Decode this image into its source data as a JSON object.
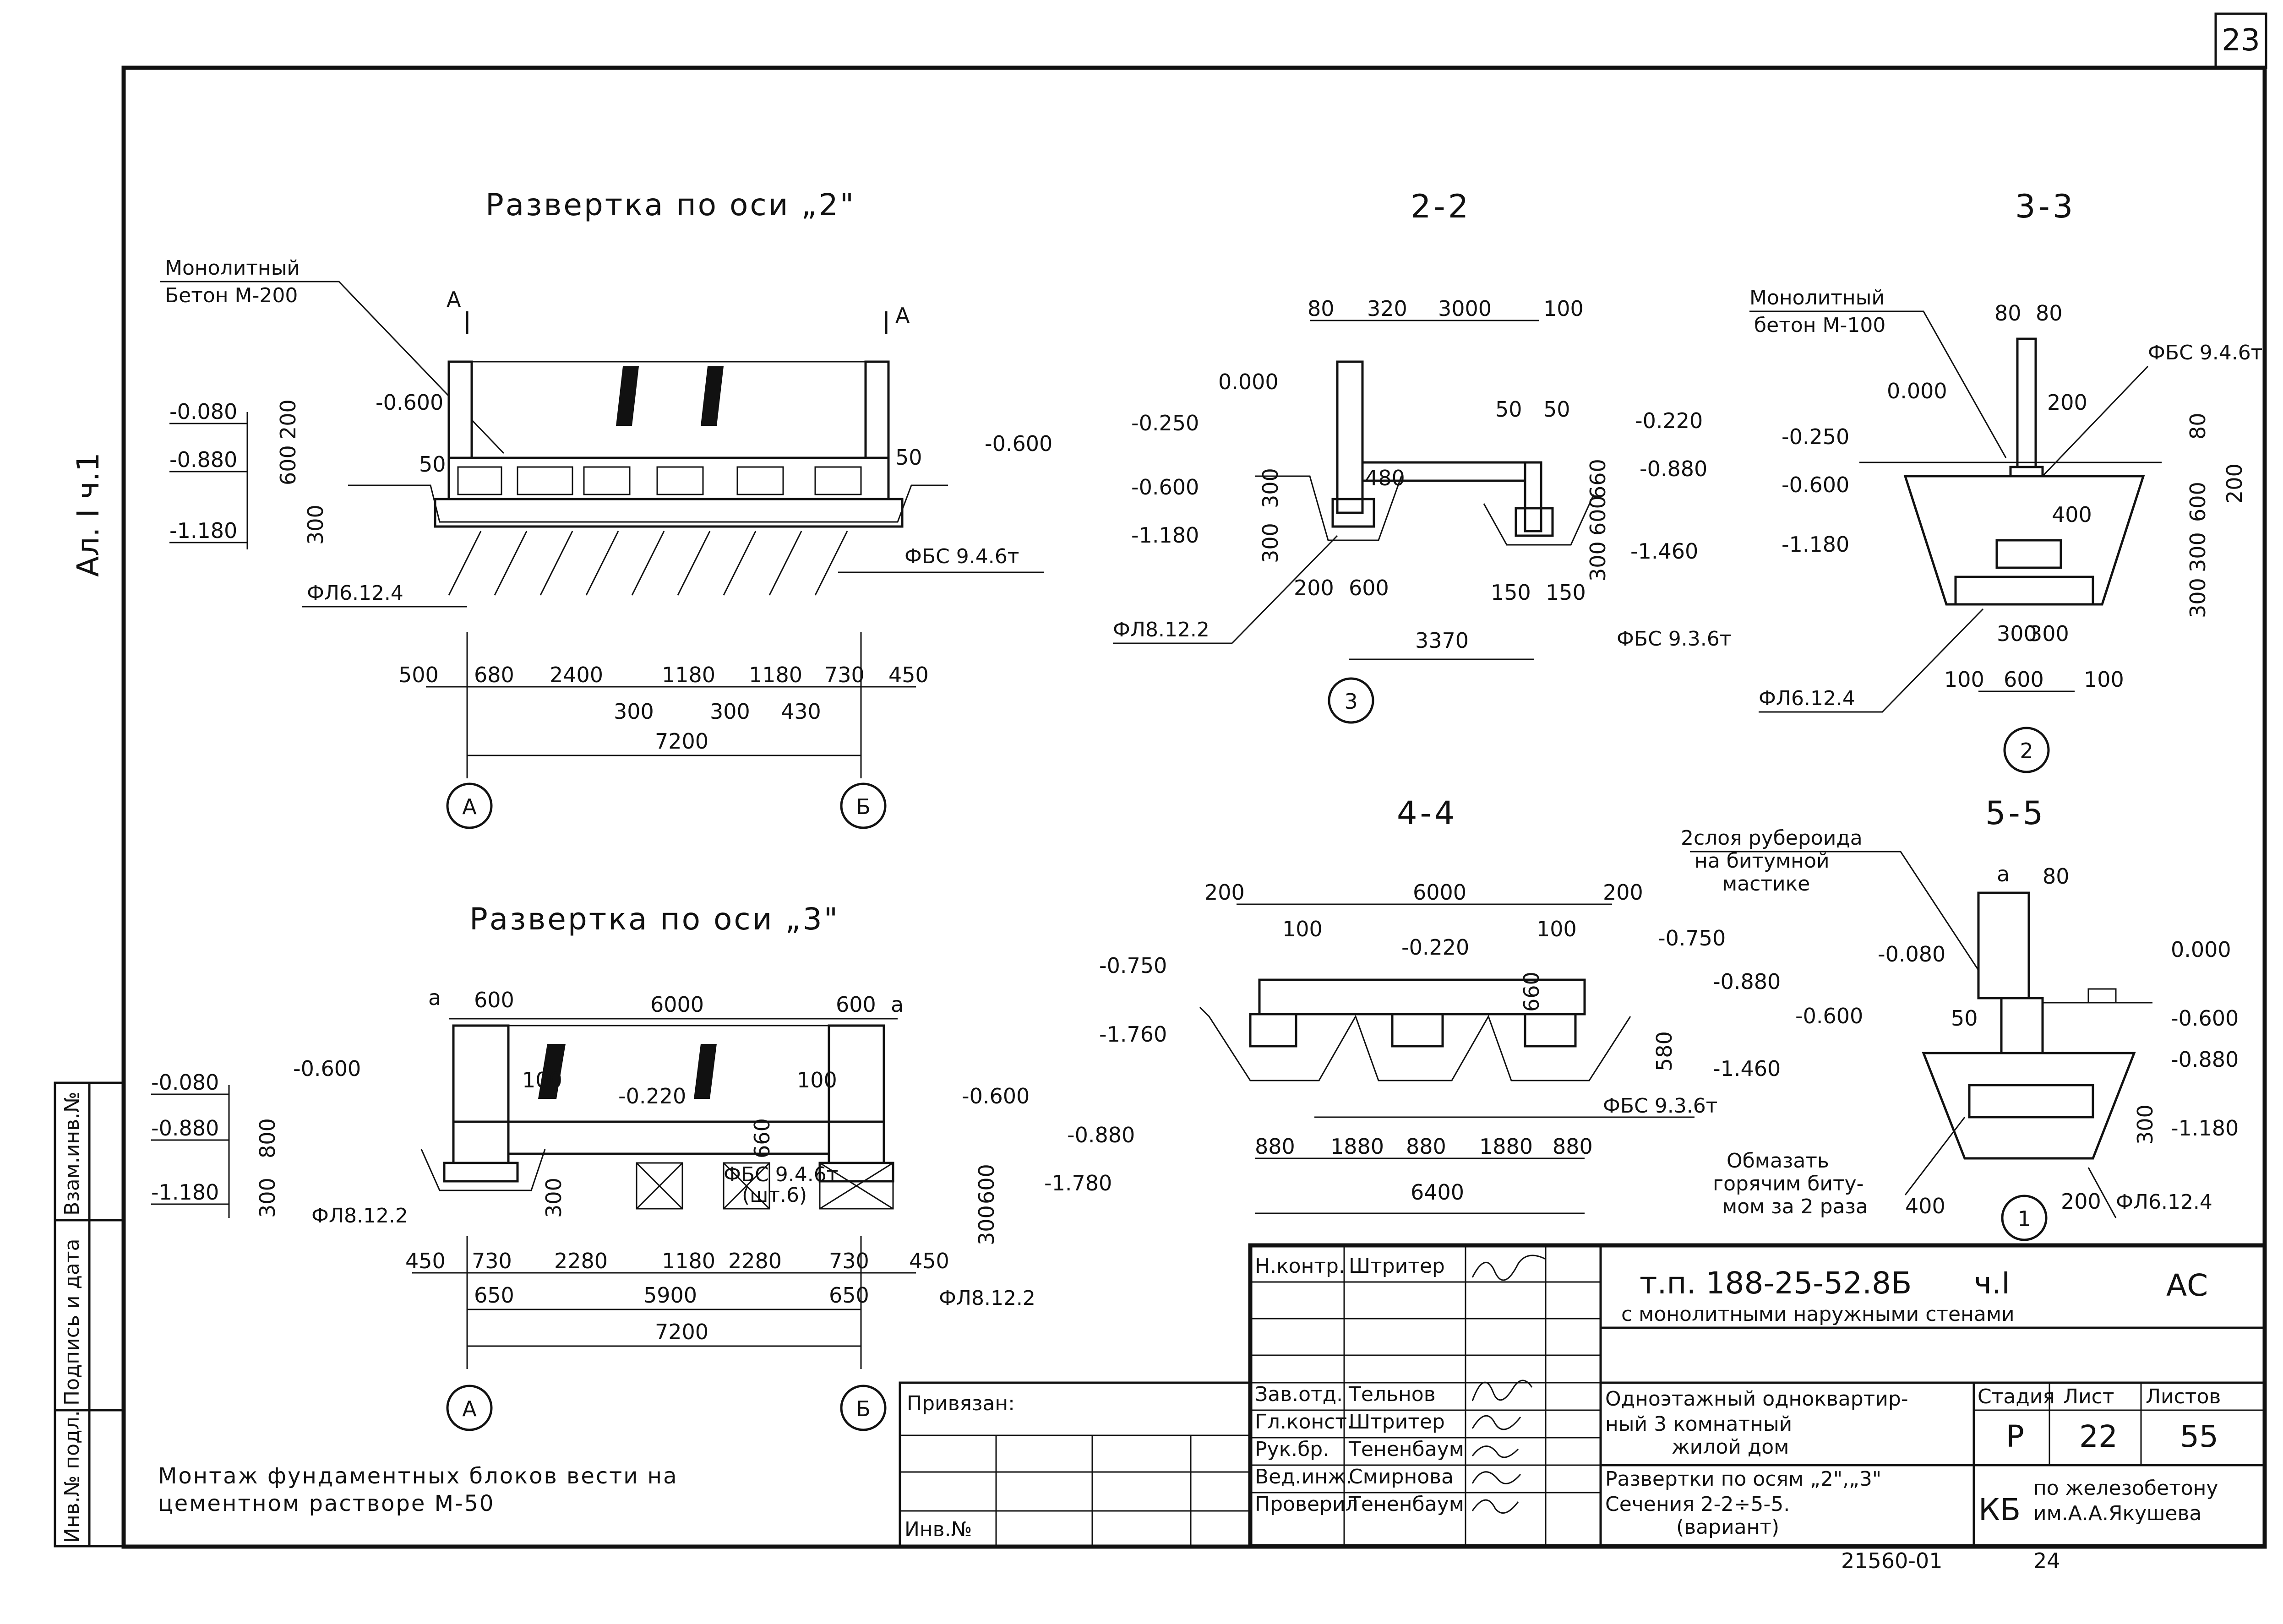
{
  "page_number": "23",
  "side_label": "Ал. I ч.1",
  "stamp_labels": [
    "Инв.№ подл.",
    "Подпись и дата",
    "Взам.инв.№"
  ],
  "views": {
    "axis2": {
      "title": "Развертка по оси „2\"",
      "material_note": [
        "Монолитный",
        "Бетон М-200"
      ],
      "levels": [
        "-0.080",
        "-0.880",
        "-1.180",
        "-0.600",
        "-0.600"
      ],
      "small_dims": [
        "200",
        "600",
        "300",
        "50",
        "50"
      ],
      "section_marks": [
        "А",
        "А"
      ],
      "labels": [
        "ФБС 9.4.6т",
        "ФЛ6.12.4"
      ],
      "dims_row1": [
        "500",
        "680",
        "2400",
        "1180",
        "1180",
        "730",
        "450"
      ],
      "dims_row2": [
        "300",
        "300",
        "430"
      ],
      "total": "7200",
      "axes": [
        "А",
        "Б"
      ]
    },
    "axis3": {
      "title": "Развертка по оси „3\"",
      "levels": [
        "-0.080",
        "-0.880",
        "-1.180",
        "-0.600",
        "-0.220",
        "-0.600",
        "-0.880",
        "-1.780"
      ],
      "top_dims": [
        "а",
        "600",
        "6000",
        "600",
        "а"
      ],
      "small_dims": [
        "800",
        "300",
        "100",
        "100",
        "660",
        "300",
        "600",
        "300"
      ],
      "labels": [
        "ФЛ8.12.2",
        "ФБС 9.4.6т",
        "(шт.6)",
        "ФЛ8.12.2"
      ],
      "dims_row1": [
        "450",
        "730",
        "2280",
        "1180",
        "2280",
        "730",
        "450"
      ],
      "dims_row2": [
        "650",
        "5900",
        "650"
      ],
      "total": "7200",
      "axes": [
        "А",
        "Б"
      ]
    },
    "sec22": {
      "title": "2-2",
      "top_dims": [
        "80",
        "320",
        "3000",
        "100"
      ],
      "levels": [
        "0.000",
        "-0.250",
        "-0.600",
        "-1.180",
        "-0.220",
        "-0.880",
        "-1.460"
      ],
      "small_dims": [
        "480",
        "50",
        "50",
        "300",
        "300",
        "660",
        "600",
        "300",
        "200",
        "600",
        "150",
        "150"
      ],
      "labels": [
        "ФЛ8.12.2",
        "ФБС 9.3.6т"
      ],
      "total": "3370",
      "axis": "3"
    },
    "sec33": {
      "title": "3-3",
      "material_note": [
        "Монолитный",
        "бетон М-100"
      ],
      "top_dims": [
        "80",
        "80"
      ],
      "levels": [
        "0.000",
        "-0.250",
        "-0.600",
        "-1.180"
      ],
      "labels": [
        "ФБС 9.4.6т",
        "ФЛ6.12.4"
      ],
      "small_dims": [
        "200",
        "400",
        "80",
        "200",
        "600",
        "300",
        "300",
        "300",
        "300"
      ],
      "bottom_dims": [
        "100",
        "600",
        "100"
      ],
      "axis": "2"
    },
    "sec44": {
      "title": "4-4",
      "top_dims": [
        "200",
        "6000",
        "200",
        "100",
        "100"
      ],
      "levels": [
        "-0.750",
        "-0.220",
        "-0.750",
        "-0.880",
        "-1.760",
        "-1.460"
      ],
      "small_dims": [
        "660",
        "580"
      ],
      "labels": [
        "ФБС 9.3.6т"
      ],
      "dims_row1": [
        "880",
        "1880",
        "880",
        "1880",
        "880"
      ],
      "total": "6400"
    },
    "sec55": {
      "title": "5-5",
      "note": [
        "2слоя рубероида",
        "на битумной",
        "мастике"
      ],
      "top_dims": [
        "а",
        "80"
      ],
      "levels": [
        "-0.080",
        "0.000",
        "-0.600",
        "-0.600",
        "-0.880",
        "-1.180"
      ],
      "small_dims": [
        "50",
        "300",
        "400",
        "200"
      ],
      "note2": [
        "Обмазать",
        "горячим биту-",
        "мом за 2 раза"
      ],
      "labels": [
        "ФЛ6.12.4"
      ],
      "axis": "1"
    }
  },
  "bottom_note": [
    "Монтаж фундаментных блоков вести на",
    "цементном растворе М-50"
  ],
  "privyazan": {
    "label": "Привязан:",
    "inv_label": "Инв.№"
  },
  "title_block": {
    "code": "т.п. 188-25-52.8Б",
    "part": "ч.I",
    "mark": "АС",
    "subtitle": "с монолитными наружными стенами",
    "building": [
      "Одноэтажный одноквартир-",
      "ный 3 комнатный",
      "жилой дом"
    ],
    "sheet_title": [
      "Развертки по осям „2\",„3\"",
      "Сечения 2-2÷5-5.",
      "(вариант)"
    ],
    "stage_label": "Стадия",
    "sheet_label": "Лист",
    "sheets_label": "Листов",
    "stage": "Р",
    "sheet": "22",
    "sheets": "55",
    "org_logo": "КБ",
    "org": [
      "по железобетону",
      "им.А.А.Якушева"
    ],
    "roles": [
      {
        "role": "Н.контр.",
        "name": "Штритер"
      },
      {
        "role": "Зав.отд.",
        "name": "Тельнов"
      },
      {
        "role": "Гл.конст.",
        "name": "Штритер"
      },
      {
        "role": "Рук.бр.",
        "name": "Тененбаум"
      },
      {
        "role": "Вед.инж.",
        "name": "Смирнова"
      },
      {
        "role": "Проверил",
        "name": "Тененбаум"
      }
    ]
  },
  "footer": {
    "doc_number": "21560-01",
    "page": "24"
  }
}
